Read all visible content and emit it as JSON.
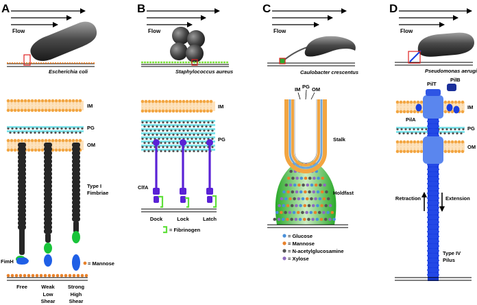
{
  "panels": {
    "a": {
      "letter": "A",
      "flow": "Flow",
      "organism": "Escherichia coli",
      "membranes": [
        "IM",
        "PG",
        "OM"
      ],
      "structure_label_1": "Type I",
      "structure_label_2": "Fimbriae",
      "adhesin": "FimH",
      "ligand_legend": "= Mannose",
      "states": [
        {
          "line1": "Free",
          "line2": "",
          "line3": ""
        },
        {
          "line1": "Weak",
          "line2": "Low",
          "line3": "Shear"
        },
        {
          "line1": "Strong",
          "line2": "High",
          "line3": "Shear"
        }
      ]
    },
    "b": {
      "letter": "B",
      "flow": "Flow",
      "organism": "Staphylococcus aureus",
      "membranes": [
        "IM",
        "PG"
      ],
      "adhesin": "ClfA",
      "states": [
        "Dock",
        "Lock",
        "Latch"
      ],
      "ligand_legend": "= Fibrinogen"
    },
    "c": {
      "letter": "C",
      "flow": "Flow",
      "organism": "Caulobacter crescentus",
      "layers": [
        "IM",
        "PG",
        "OM"
      ],
      "stalk": "Stalk",
      "holdfast": "Holdfast",
      "legend": [
        {
          "label": "= Glucose",
          "color": "#4a90d9"
        },
        {
          "label": "= Mannose",
          "color": "#e8812a"
        },
        {
          "label": "= N-acetylglucosamine",
          "color": "#555555"
        },
        {
          "label": "= Xylose",
          "color": "#8e6bbf"
        }
      ]
    },
    "d": {
      "letter": "D",
      "flow": "Flow",
      "organism": "Pseudomonas aeruginosa",
      "membranes": [
        "IM",
        "PG",
        "OM"
      ],
      "pilt": "PilT",
      "pilb": "PilB",
      "pila": "PilA",
      "retraction": "Retraction",
      "extension": "Extension",
      "pilus_1": "Type IV",
      "pilus_2": "Pilus"
    }
  },
  "colors": {
    "membrane": "#f2a541",
    "pg_cyan": "#7fe3ea",
    "pg_dark": "#555555",
    "fimbriae": "#262626",
    "adhesin_green": "#19c43a",
    "adhesin_blue": "#1f5fe6",
    "clfa": "#5a22d6",
    "pilus": "#1a3ee0",
    "mannose": "#e8812a",
    "holdfast": "#2fa82f",
    "highlight_box": "#e02020"
  }
}
